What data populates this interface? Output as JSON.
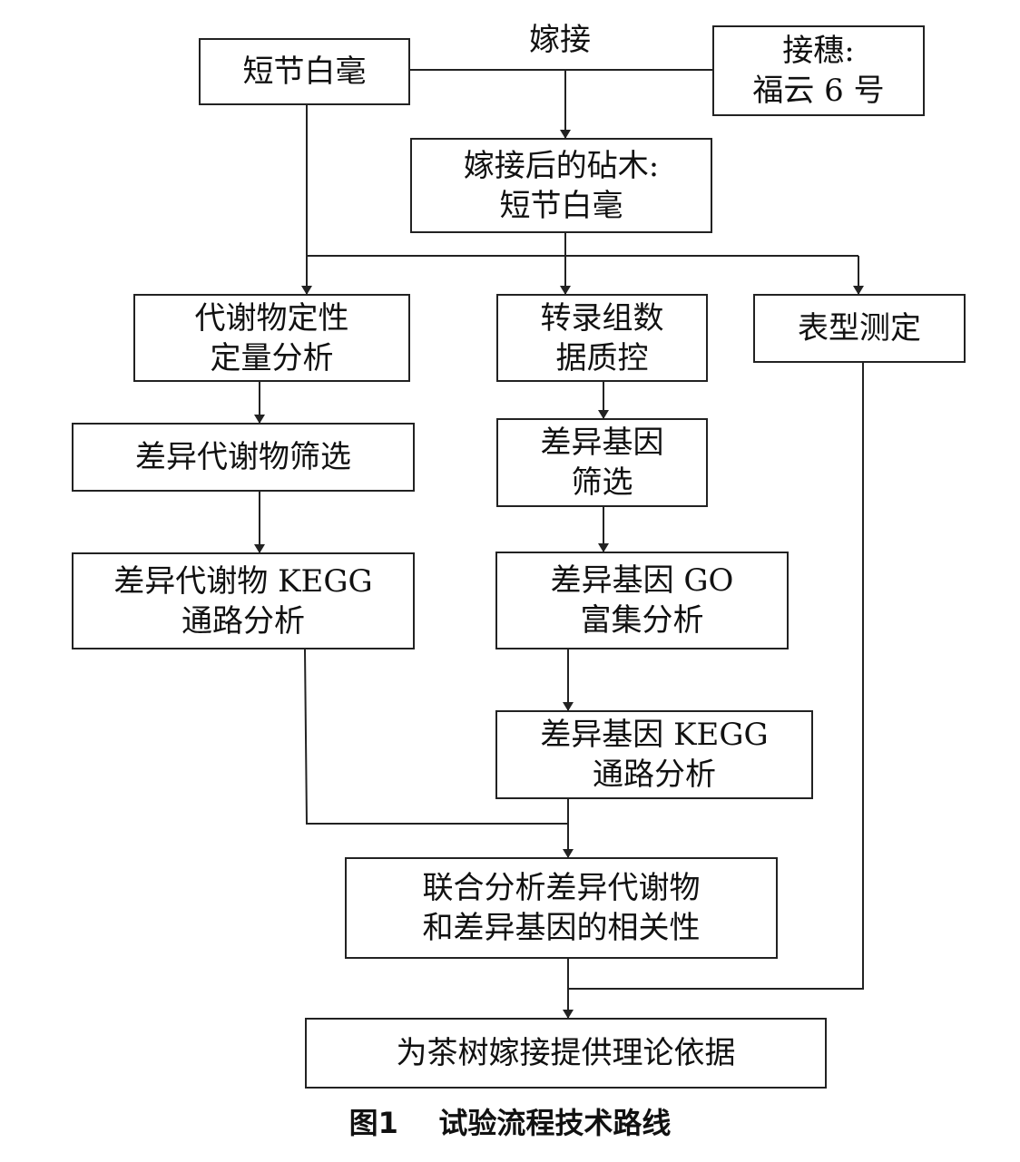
{
  "nodes": {
    "rootstock": "短节白毫",
    "graft_edge_label": "嫁接",
    "scion": {
      "line1": "接穗:",
      "line2": "福云 6 号"
    },
    "grafted_rootstock": {
      "line1": "嫁接后的砧木:",
      "line2": "短节白毫"
    },
    "metabolite_analysis": {
      "line1": "代谢物定性",
      "line2": "定量分析"
    },
    "transcriptome_qc": {
      "line1": "转录组数",
      "line2": "据质控"
    },
    "phenotype": "表型测定",
    "diff_metabolite_screen": "差异代谢物筛选",
    "diff_gene_screen": {
      "line1": "差异基因",
      "line2": "筛选"
    },
    "diff_metabolite_kegg": {
      "line1": "差异代谢物 KEGG",
      "line2": "通路分析"
    },
    "diff_gene_go": {
      "line1": "差异基因 GO",
      "line2": "富集分析"
    },
    "diff_gene_kegg": {
      "line1": "差异基因 KEGG",
      "line2": "通路分析"
    },
    "joint_analysis": {
      "line1": "联合分析差异代谢物",
      "line2": "和差异基因的相关性"
    },
    "conclusion": "为茶树嫁接提供理论依据"
  },
  "caption": "图1    试验流程技术路线"
}
